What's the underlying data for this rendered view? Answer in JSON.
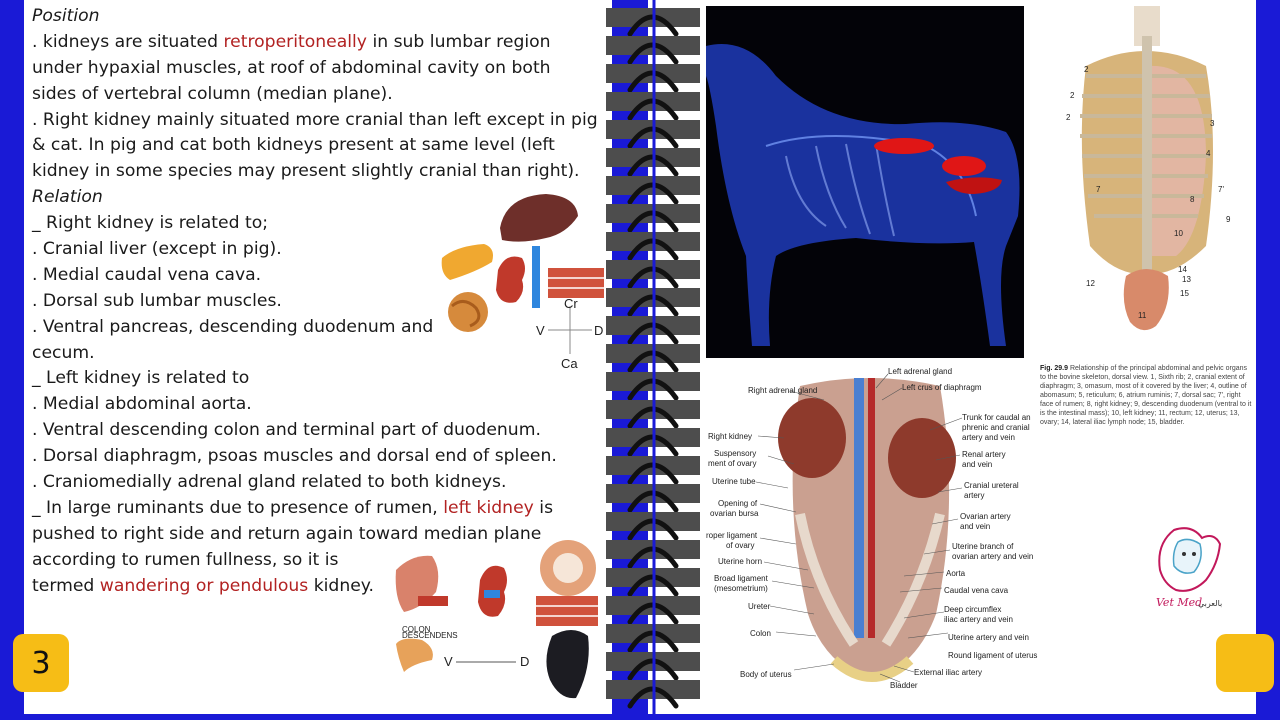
{
  "page_number": "3",
  "text": {
    "position_heading": "Position",
    "p1_a": ". kidneys are situated ",
    "p1_red": "retroperitoneally",
    "p1_b": " in sub lumbar region",
    "p1_line2": "under hypaxial muscles, at roof of abdominal cavity on both",
    "p1_line3": "sides of vertebral column (median plane).",
    "p2_line1": ". Right kidney mainly situated more cranial than left except in pig",
    "p2_line2": "& cat. In pig and cat both kidneys present at same level (left",
    "p2_line3": "kidney in some species may present slightly cranial than right).",
    "relation_heading": "Relation",
    "right_related": "_ Right kidney is related to;",
    "r1": ". Cranial liver (except in pig).",
    "r2": ". Medial caudal vena cava.",
    "r3": ". Dorsal sub lumbar muscles.",
    "r4_line1": ". Ventral pancreas, descending duodenum and",
    "r4_line2": " cecum.",
    "left_related": "_ Left kidney is related to",
    "l1": ". Medial abdominal aorta.",
    "l2": ". Ventral descending colon and terminal part of duodenum.",
    "l3": ". Dorsal diaphragm, psoas muscles and dorsal end of spleen.",
    "l4": ". Craniomedially adrenal gland related to both kidneys.",
    "rum_a": "_ In large ruminants due to presence of rumen, ",
    "rum_red": "left kidney",
    "rum_b": " is",
    "rum_line2": "pushed to right side and return again toward median plane",
    "rum_line3": "according to rumen fullness, so it is",
    "rum_line4_a": " termed ",
    "rum_line4_red": "wandering or pendulous",
    "rum_line4_b": " kidney."
  },
  "diagram_right": {
    "cr": "Cr",
    "v": "V",
    "d": "D",
    "ca": "Ca"
  },
  "diagram_left": {
    "v": "V",
    "d": "D",
    "colon_label1": "COLON",
    "colon_label2": "DESCENDENS"
  },
  "bovine_figure": {
    "numbers": [
      "2",
      "2",
      "2",
      "3",
      "4",
      "7",
      "7'",
      "8",
      "9",
      "10",
      "11",
      "12",
      "13",
      "14",
      "15"
    ],
    "caption_label": "Fig. 29.9",
    "caption": "Relationship of the principal abdominal and pelvic organs to the bovine skeleton, dorsal view. 1, Sixth rib; 2, cranial extent of diaphragm; 3, omasum, most of it covered by the liver; 4, outline of abomasum; 5, reticulum; 6, atrium ruminis; 7, dorsal sac; 7', right face of rumen; 8, right kidney; 9, descending duodenum (ventral to it is the intestinal mass); 10, left kidney; 11, rectum; 12, uterus; 13, ovary; 14, lateral iliac lymph node; 15, bladder."
  },
  "anatomy_labels": {
    "left_adrenal": "Left adrenal gland",
    "left_crus": "Left crus of diaphragm",
    "right_adrenal": "Right adrenal gland",
    "trunk_1": "Trunk for caudal an",
    "trunk_2": "phrenic and cranial",
    "trunk_3": "artery and vein",
    "right_kidney": "Right  kidney",
    "susp_1": "Suspensory",
    "susp_2": "ment of ovary",
    "renal_1": "Renal artery",
    "renal_2": "and vein",
    "uterine_tube": "Uterine tube",
    "cran_ureteral_1": "Cranial ureteral",
    "cran_ureteral_2": "artery",
    "opening_1": "Opening of",
    "opening_2": "ovarian bursa",
    "ovarian_1": "Ovarian artery",
    "ovarian_2": "and vein",
    "proper_1": "roper ligament",
    "proper_2": "of ovary",
    "ut_branch_1": "Uterine branch of",
    "ut_branch_2": "ovarian artery and vein",
    "uterine_horn": "Uterine horn",
    "aorta": "Aorta",
    "broad_1": "Broad ligament",
    "broad_2": "(mesometrium)",
    "caudal_vena": "Caudal vena cava",
    "ureter": "Ureter",
    "deep_1": "Deep circumflex",
    "deep_2": "iliac artery and vein",
    "colon": "Colon",
    "uterine_av": "Uterine artery and vein",
    "round_lig": "Round ligament of uterus",
    "body_uterus": "Body of uterus",
    "ext_iliac": "External iliac artery",
    "bladder": "Bladder"
  },
  "logo": {
    "brand": "Vet Med",
    "arabic": "بالعربي"
  },
  "colors": {
    "frame_blue": "#1a1ad6",
    "accent_red": "#b22222",
    "badge_yellow": "#f6bd16"
  }
}
